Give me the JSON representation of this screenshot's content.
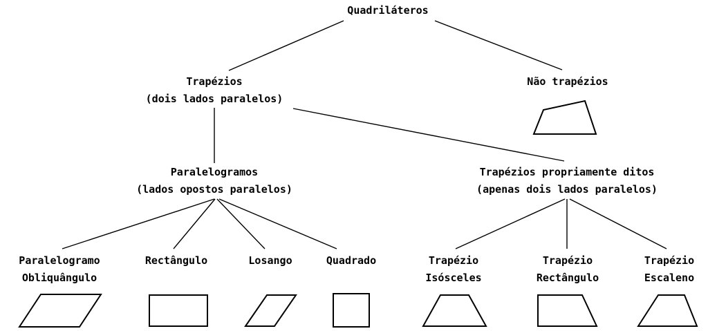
{
  "diagram": {
    "title": "Quadriláteros",
    "root": "Quadriláteros",
    "branches": {
      "trapezios": {
        "label": "Trapézios",
        "subtitle": "(dois lados paralelos)"
      },
      "nao_trapezios": {
        "label": "Não trapézios",
        "shape": "irregular-quadrilateral"
      },
      "paralelogramos": {
        "label": "Paralelogramos",
        "subtitle": "(lados opostos paralelos)"
      },
      "trapezios_proprios": {
        "label": "Trapézios propriamente ditos",
        "subtitle": "(apenas dois lados paralelos)"
      }
    },
    "leaves": [
      {
        "line1": "Paralelogramo",
        "line2": "Obliquângulo",
        "shape": "parallelogram"
      },
      {
        "line1": "Rectângulo",
        "line2": "",
        "shape": "rectangle"
      },
      {
        "line1": "Losango",
        "line2": "",
        "shape": "rhombus"
      },
      {
        "line1": "Quadrado",
        "line2": "",
        "shape": "square"
      },
      {
        "line1": "Trapézio",
        "line2": "Isósceles",
        "shape": "isosceles-trapezoid"
      },
      {
        "line1": "Trapézio",
        "line2": "Rectângulo",
        "shape": "right-trapezoid"
      },
      {
        "line1": "Trapézio",
        "line2": "Escaleno",
        "shape": "scalene-trapezoid"
      }
    ],
    "colors": {
      "line": "#000000",
      "text": "#000000",
      "background": "#ffffff"
    }
  }
}
